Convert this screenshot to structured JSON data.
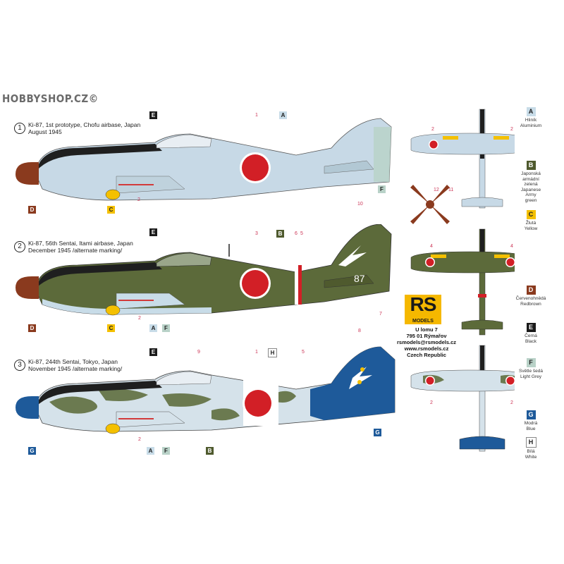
{
  "watermark": "HOBBYSHOP.CZ©",
  "schemes": [
    {
      "number": "1",
      "caption_line1": "Ki-87, 1st prototype, Chofu airbase, Japan",
      "caption_line2": "August 1945",
      "fuselage_color": "#c7d9e6",
      "tags": [
        "E",
        "A",
        "D",
        "C",
        "F"
      ],
      "callouts": [
        "1",
        "2"
      ]
    },
    {
      "number": "2",
      "caption_line1": "Ki-87, 56th Sentai, Itami airbase, Japan",
      "caption_line2": "December 1945 /alternate marking/",
      "fuselage_color": "#5c6a3a",
      "tail_code": "87",
      "tags": [
        "E",
        "B",
        "D",
        "C",
        "A",
        "F"
      ],
      "callouts": [
        "10",
        "3",
        "6",
        "5",
        "2",
        "7"
      ]
    },
    {
      "number": "3",
      "caption_line1": "Ki-87, 244th Sentai, Tokyo, Japan",
      "caption_line2": "November 1945 /alternate marking/",
      "fuselage_color": "#d5e2ea",
      "tags": [
        "E",
        "H",
        "G",
        "G",
        "A",
        "F",
        "B"
      ],
      "callouts": [
        "9",
        "1",
        "5",
        "8",
        "2"
      ]
    }
  ],
  "propeller_callouts": [
    "12",
    "11"
  ],
  "topview_callouts": [
    "2",
    "2",
    "4",
    "4",
    "2",
    "2"
  ],
  "logo": {
    "letters": "RS",
    "sub": "MODELS"
  },
  "address": {
    "line1": "U lomu 7",
    "line2": "795 01 Rýmařov",
    "line3": "rsmodels@rsmodels.cz",
    "line4": "www.rsmodels.cz",
    "line5": "Czech Republic"
  },
  "legend": [
    {
      "code": "A",
      "names": [
        "Hliník",
        "Aluminium"
      ],
      "bg": "#c8dce8",
      "fg": "#222222"
    },
    {
      "code": "B",
      "names": [
        "Japonská",
        "armádní",
        "zelená",
        "Japanese",
        "Army",
        "green"
      ],
      "bg": "#4f5a2e",
      "fg": "#ffffff"
    },
    {
      "code": "C",
      "names": [
        "Žlutá",
        "Yellow"
      ],
      "bg": "#f4c000",
      "fg": "#222222"
    },
    {
      "code": "D",
      "names": [
        "Červenohnědá",
        "Redbrown"
      ],
      "bg": "#8a3a1e",
      "fg": "#ffffff"
    },
    {
      "code": "E",
      "names": [
        "Černá",
        "Black"
      ],
      "bg": "#1a1a1a",
      "fg": "#ffffff"
    },
    {
      "code": "F",
      "names": [
        "Světle šedá",
        "Light Grey"
      ],
      "bg": "#b9d2c8",
      "fg": "#222222"
    },
    {
      "code": "G",
      "names": [
        "Modrá",
        "Blue"
      ],
      "bg": "#1e5a9a",
      "fg": "#ffffff"
    },
    {
      "code": "H",
      "names": [
        "Bílá",
        "White"
      ],
      "bg": "#ffffff",
      "fg": "#222222"
    }
  ]
}
